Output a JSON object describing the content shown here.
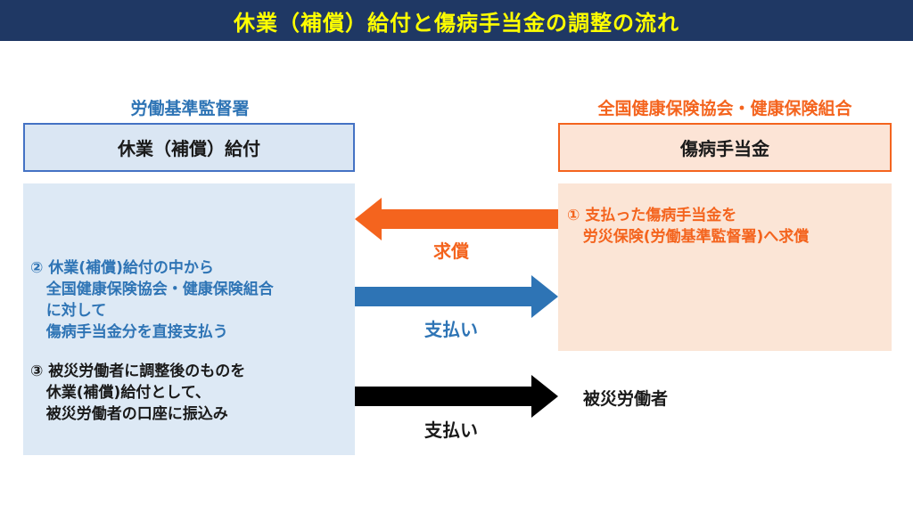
{
  "header": {
    "title": "休業（補償）給付と傷病手当金の調整の流れ"
  },
  "left": {
    "org": "労働基準監督署",
    "box_title": "休業（補償）給付",
    "step2": [
      "② 休業(補償)給付の中から",
      "   全国健康保険協会・健康保険組合",
      "   に対して",
      "   傷病手当金分を直接支払う"
    ],
    "step3": [
      "③ 被災労働者に調整後のものを",
      "   休業(補償)給付として、",
      "   被災労働者の口座に振込み"
    ]
  },
  "right": {
    "org": "全国健康保険協会・健康保険組合",
    "box_title": "傷病手当金",
    "step1": [
      "① 支払った傷病手当金を",
      "   労災保険(労働基準監督署)へ求償"
    ]
  },
  "arrows": {
    "reimburse_label": "求償",
    "payment_label_1": "支払い",
    "payment_label_2": "支払い"
  },
  "worker_label": "被災労働者",
  "colors": {
    "header_bg": "#1f3864",
    "header_text": "#ffff00",
    "blue": "#2e74b5",
    "orange": "#f4641e",
    "left_panel": "#dde9f5",
    "right_panel": "#fbe5d6"
  }
}
